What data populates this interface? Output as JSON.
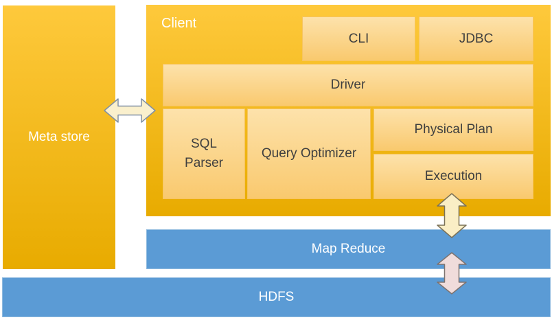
{
  "colors": {
    "gold_top": "#FEC93C",
    "gold_bottom": "#E8AB00",
    "panel_top": "#FDE2AB",
    "panel_bottom": "#F9C96E",
    "panel_border": "#F7C45F",
    "blue": "#5B9BD5",
    "blue_border": "#8FBADF",
    "arrow_cream_fill": "#FAF0CD",
    "arrow_cream_stroke": "#8090A5",
    "arrow_yellow_fill": "#FAEEC5",
    "arrow_yellow_stroke": "#7B7258",
    "arrow_pink_fill": "#F0DCDB",
    "arrow_pink_stroke": "#7D7370",
    "text_dark": "#3F3F3F",
    "text_light": "#FFFFFF"
  },
  "diagram": {
    "nodes": {
      "meta_store": "Meta store",
      "client": "Client",
      "cli": "CLI",
      "jdbc": "JDBC",
      "driver": "Driver",
      "sql_parser": "SQL Parser",
      "query_optimizer": "Query Optimizer",
      "physical_plan": "Physical Plan",
      "execution": "Execution",
      "map_reduce": "Map Reduce",
      "hdfs": "HDFS"
    },
    "arrows": [
      {
        "id": "metastore-client",
        "type": "horizontal-double",
        "between": [
          "Meta store",
          "Client"
        ]
      },
      {
        "id": "client-mapreduce",
        "type": "vertical-double",
        "between": [
          "Execution",
          "Map Reduce"
        ]
      },
      {
        "id": "mapreduce-hdfs",
        "type": "vertical-double",
        "between": [
          "Map Reduce",
          "HDFS"
        ]
      }
    ]
  }
}
